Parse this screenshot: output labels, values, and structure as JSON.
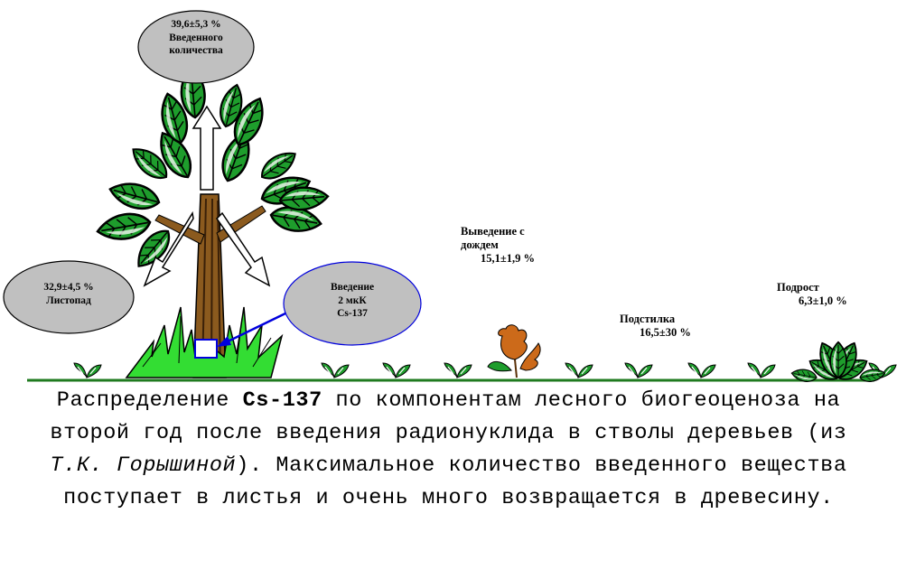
{
  "labels": {
    "top_oval": [
      "39,6±5,3 %",
      "Введенного",
      "количества"
    ],
    "left_oval": [
      "32,9±4,5 %",
      "Листопад"
    ],
    "right_oval": [
      "Введение",
      "2 мкК",
      "Cs-137"
    ],
    "rain": [
      "Выведение с",
      "дождем",
      "15,1±1,9 %"
    ],
    "litter": [
      "Подстилка",
      "16,5±30 %"
    ],
    "undergrowth": [
      "Подрост",
      "6,3±1,0 %"
    ]
  },
  "caption": {
    "p1": "Распределение ",
    "p2": "Cs-137",
    "p3": " по компонентам лесного биогеоценоза на второй год после введения радионуклида в стволы деревьев (из ",
    "p4": "Т.К. Горышиной",
    "p5": "). Максимальное количество введенного вещества поступает в листья и очень много возвращается в древесину."
  },
  "colors": {
    "leaf_fill": "#1e9d2c",
    "leaf_dark": "#000000",
    "trunk": "#8b5a1e",
    "oval": "#c0c0c0",
    "grass": "#33dd33",
    "ground": "#1f7a1f",
    "arrow_blue": "#0000dd",
    "autumn_leaf": "#cc6a1a"
  }
}
